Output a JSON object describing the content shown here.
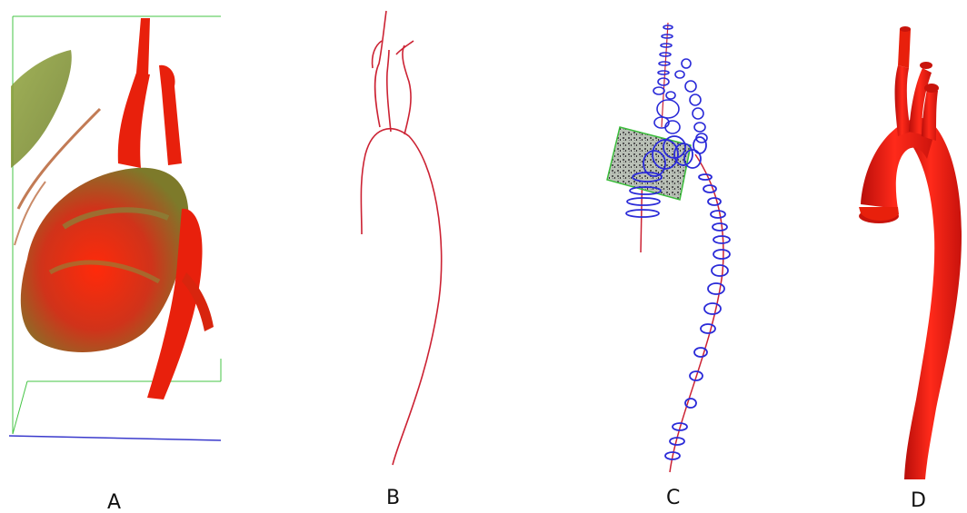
{
  "panels": [
    {
      "label": "A",
      "description_icon": "volume-render-heart"
    },
    {
      "label": "B",
      "description_icon": "centerline-curve"
    },
    {
      "label": "C",
      "description_icon": "cross-section-rings"
    },
    {
      "label": "D",
      "description_icon": "aorta-surface-model"
    }
  ],
  "colors": {
    "vessel_red": "#e8200c",
    "tissue_green": "#7f8a2a",
    "centerline_red": "#cc2233",
    "ring_blue": "#2a2ad8",
    "box_green": "#3bbd3b"
  }
}
